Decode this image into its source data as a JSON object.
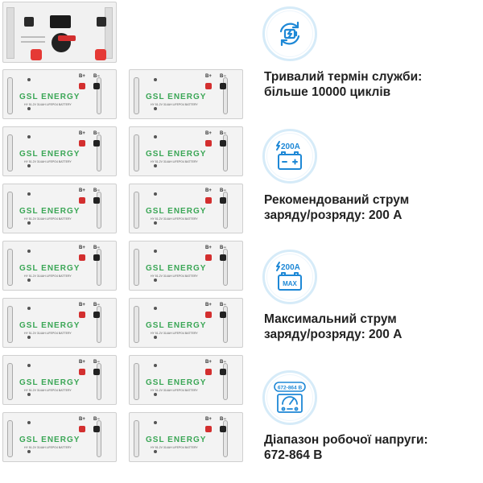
{
  "rack": {
    "brand": "GSL ENERGY",
    "module_subtitle": "HY 51.2V 314AH LIFEPO4 BATTERY",
    "terminal_positive": "B+",
    "terminal_negative": "B−",
    "colors": {
      "brand_green": "#3aa655",
      "terminal_red": "#d32f2f",
      "controller_red": "#e53935"
    }
  },
  "features": [
    {
      "icon": "battery-cycle-icon",
      "line1": "Тривалий термін служби:",
      "line2": "більше 10000 циклів"
    },
    {
      "icon": "battery-current-icon",
      "icon_label": "200A",
      "line1": "Рекомендований струм",
      "line2": "заряду/розряду: 200 А"
    },
    {
      "icon": "battery-max-current-icon",
      "icon_label": "200A",
      "icon_badge": "MAX",
      "line1": "Максимальний струм",
      "line2": "заряду/розряду: 200 А"
    },
    {
      "icon": "voltmeter-icon",
      "icon_label": "672-864 B",
      "line1": "Діапазон робочої напруги:",
      "line2": "672-864 В"
    }
  ],
  "icon_color": "#1e88d6"
}
